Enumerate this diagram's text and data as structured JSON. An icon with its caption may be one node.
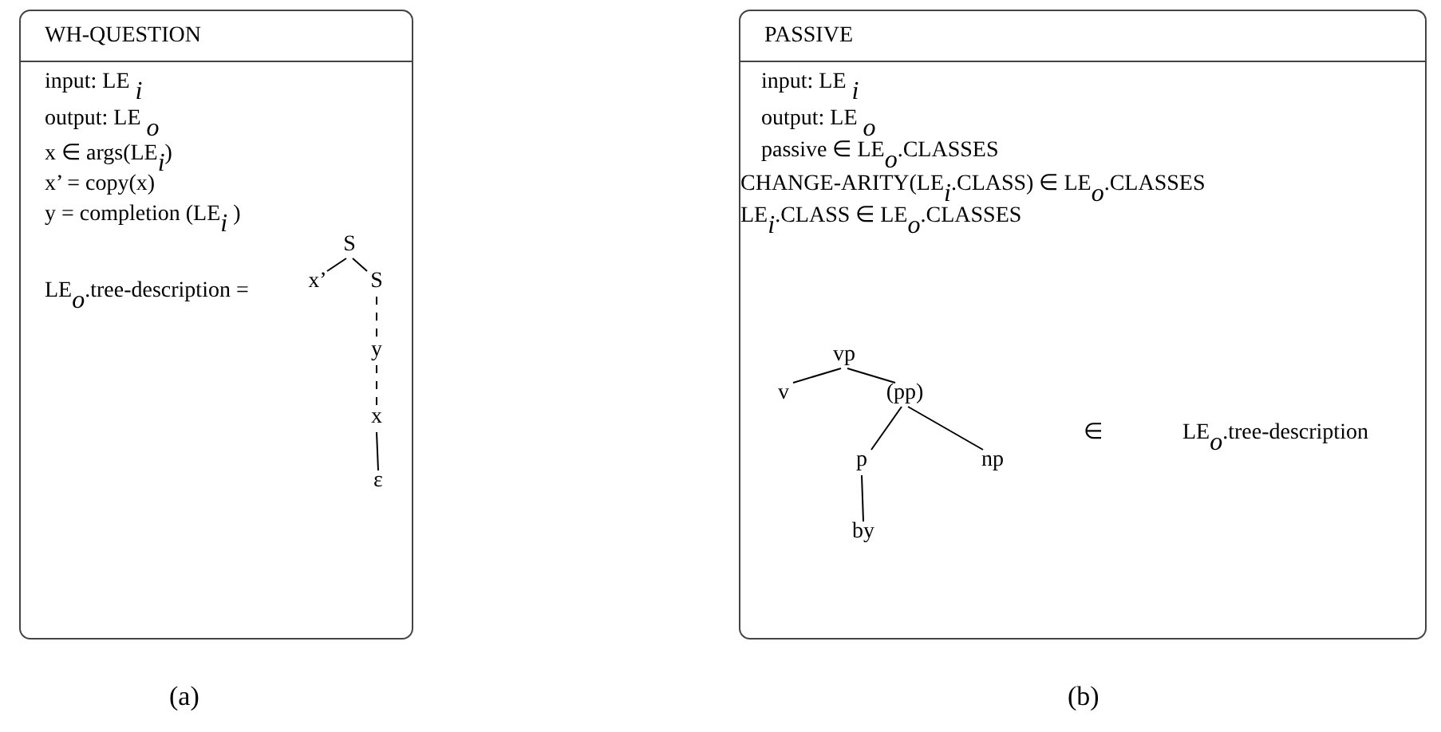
{
  "diagram": {
    "nodes": [
      {
        "text": [
          "WH-QUESTION",
          "input: LE $_{i}$",
          "output: LE $_{o}$",
          "x ∈ args(LE$_{i}$)",
          "x’ = copy(x)",
          "y = completion (LE$_{i}$ )",
          "LE$_{o}$.tree-description ="
        ]
      },
      {
        "text": [
          "S"
        ],
        "in": 0
      },
      {
        "text": [
          "x’"
        ],
        "in": 0
      },
      {
        "text": [
          "S"
        ],
        "in": 0
      },
      {
        "text": [
          "y"
        ],
        "in": 0
      },
      {
        "text": [
          "x"
        ],
        "in": 0
      },
      {
        "text": [
          "ε"
        ],
        "in": 0
      },
      {
        "text": [
          "PASSIVE",
          "input: LE $_{i}$",
          "output: LE $_{o}$",
          "passive ∈ LE$_{o}$.CLASSES",
          "CHANGE-ARITY(LE$_{i}$.CLASS) ∈ LE$_{o}$.CLASSES",
          "LE$_{i}$.CLASS ∈ LE$_{o}$.CLASSES",
          "∈",
          "LE$_{o}$.tree-description"
        ]
      },
      {
        "text": [
          "vp"
        ],
        "in": 7
      },
      {
        "text": [
          "v"
        ],
        "in": 7
      },
      {
        "text": [
          "(pp)"
        ],
        "in": 7
      },
      {
        "text": [
          "p"
        ],
        "in": 7
      },
      {
        "text": [
          "np"
        ],
        "in": 7
      },
      {
        "text": [
          "by"
        ],
        "in": 7
      }
    ],
    "edges": [
      {
        "from": 1,
        "to": 2,
        "arrow": "none"
      },
      {
        "from": 1,
        "to": 3,
        "arrow": "none"
      },
      {
        "from": 3,
        "to": 4,
        "arrow": "none",
        "style": "dashed"
      },
      {
        "from": 4,
        "to": 5,
        "arrow": "none",
        "style": "dashed"
      },
      {
        "from": 5,
        "to": 6,
        "arrow": "none"
      },
      {
        "from": 8,
        "to": 9,
        "arrow": "none"
      },
      {
        "from": 8,
        "to": 10,
        "arrow": "none"
      },
      {
        "from": 10,
        "to": 11,
        "arrow": "none"
      },
      {
        "from": 10,
        "to": 12,
        "arrow": "none"
      },
      {
        "from": 11,
        "to": 13,
        "arrow": "none"
      }
    ],
    "labels": [
      "(a)",
      "(b)"
    ]
  }
}
